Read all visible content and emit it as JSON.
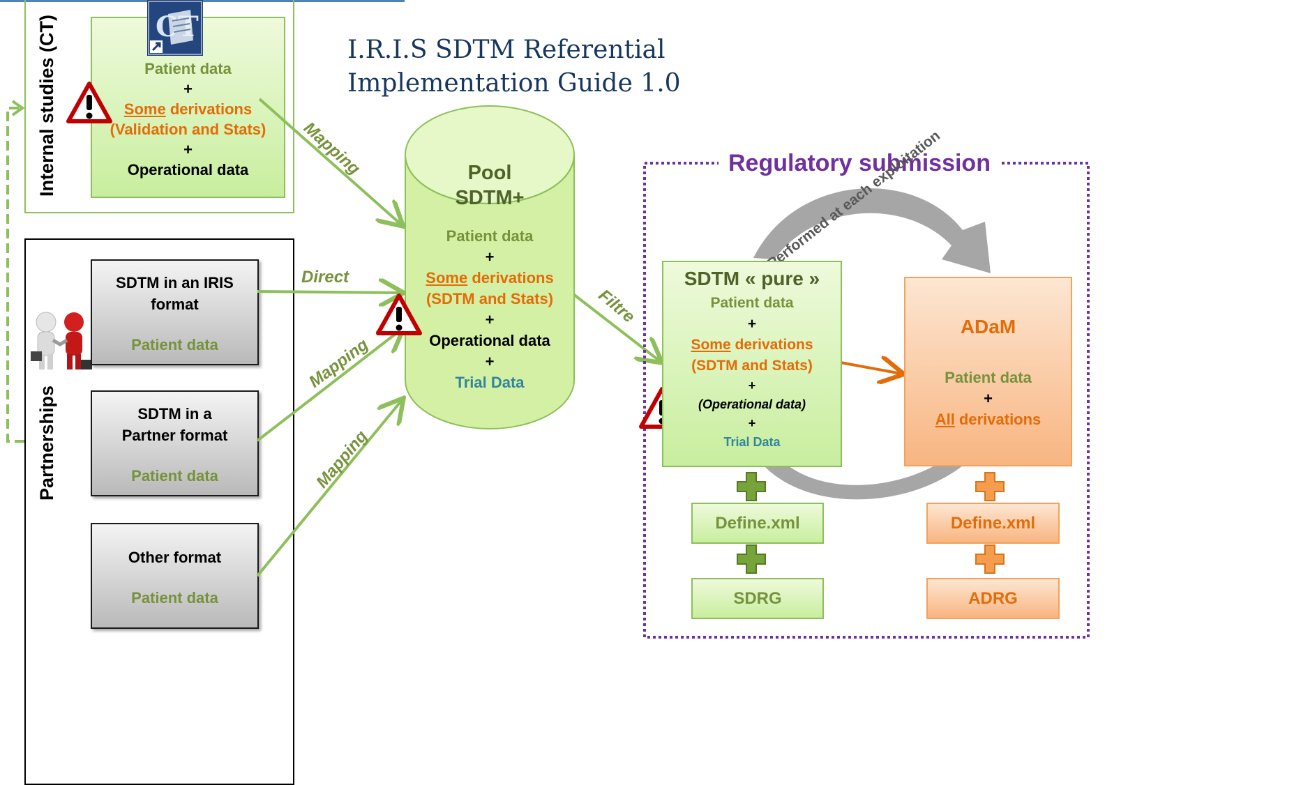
{
  "title": {
    "line1": "I.R.I.S SDTM Referential",
    "line2": "Implementation Guide 1.0"
  },
  "internal": {
    "label": "Internal studies (CT)",
    "icon": "ct-document-icon",
    "lines": {
      "patient": "Patient data",
      "plus1": "+",
      "some": "Some",
      "derivations": " derivations",
      "validation": "(Validation and Stats)",
      "plus2": "+",
      "operational": "Operational data"
    }
  },
  "partnerships": {
    "label": "Partnerships",
    "icon": "handshake-people-icon",
    "boxes": [
      {
        "title1": "SDTM in an IRIS",
        "title2": "format",
        "patient": "Patient data"
      },
      {
        "title1": "SDTM in a",
        "title2": "Partner format",
        "patient": "Patient data"
      },
      {
        "title1": "Other format",
        "title2": "",
        "patient": "Patient data"
      }
    ]
  },
  "arrows": {
    "mapping1": "Mapping",
    "direct": "Direct",
    "mapping2": "Mapping",
    "mapping3": "Mapping",
    "filtre": "Filtre"
  },
  "pool": {
    "title1": "Pool",
    "title2": "SDTM+",
    "patient": "Patient data",
    "plus1": "+",
    "some": "Some",
    "derivations": " derivations",
    "stats": "(SDTM and Stats)",
    "plus2": "+",
    "operational": "Operational data",
    "plus3": "+",
    "trial": "Trial Data"
  },
  "regulatory": {
    "title": "Regulatory submission",
    "cycle_label": "Performed at each exploitation",
    "sdtm": {
      "title": "SDTM « pure »",
      "patient": "Patient data",
      "plus1": "+",
      "some": "Some",
      "derivations": " derivations",
      "stats": "(SDTM and Stats)",
      "plus2": "+",
      "operational": "(Operational data)",
      "plus3": "+",
      "trial": "Trial Data"
    },
    "adam": {
      "title": "ADaM",
      "patient": "Patient data",
      "plus": "+",
      "all": "All",
      "derivations": " derivations"
    },
    "sdtm_define": "Define.xml",
    "sdtm_sdrg": "SDRG",
    "adam_define": "Define.xml",
    "adam_adrg": "ADRG"
  },
  "colors": {
    "green": "#76923c",
    "orange": "#e36c09",
    "purple": "#7030a0",
    "blue": "#31859c",
    "warning": "#c00000"
  }
}
